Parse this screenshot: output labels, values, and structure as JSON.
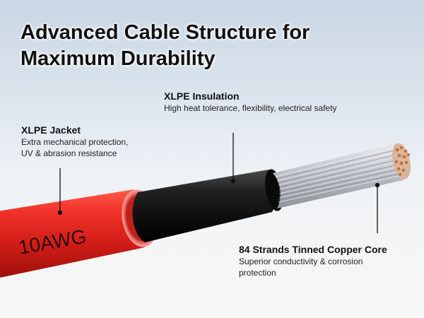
{
  "title": {
    "line1": "Advanced Cable Structure for",
    "line2": "Maximum Durability"
  },
  "labels": {
    "insulation": {
      "heading": "XLPE Insulation",
      "description": "High heat tolerance, flexibility, electrical safety"
    },
    "jacket": {
      "heading": "XLPE Jacket",
      "description_line1": "Extra mechanical protection,",
      "description_line2": "UV & abrasion resistance"
    },
    "core": {
      "heading": "84 Strands Tinned Copper Core",
      "description_line1": "Superior conductivity & corrosion",
      "description_line2": "protection"
    }
  },
  "cable": {
    "marking": "10AWG",
    "jacket_color": "#e0231d",
    "insulation_color": "#151515",
    "strand_color": "#c8cbd0",
    "copper_color": "#c97a4a"
  },
  "colors": {
    "text": "#111111",
    "pointer_line": "#111111"
  }
}
